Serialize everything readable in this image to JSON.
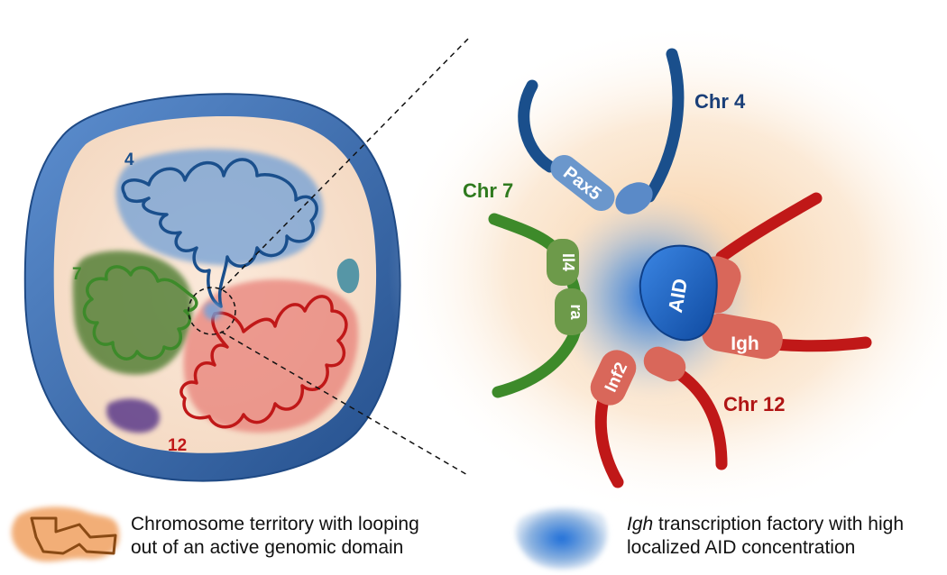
{
  "nucleus": {
    "territory_labels": {
      "chr4": "4",
      "chr7": "7",
      "chr12": "12"
    }
  },
  "factory": {
    "chromosomes": {
      "chr4": "Chr 4",
      "chr7": "Chr 7",
      "chr12": "Chr 12"
    },
    "genes": {
      "pax5": "Pax5",
      "il4": "Il4",
      "ra": "ra",
      "igh": "Igh",
      "inf2": "Inf2"
    },
    "aid": "AID"
  },
  "legend": {
    "territory_line1": "Chromosome territory with looping",
    "territory_line2": "out of an active genomic domain",
    "factory_line1_italic": "Igh",
    "factory_line1_rest": " transcription factory with high",
    "factory_line2": "localized AID concentration"
  },
  "colors": {
    "chr4": "#1a4f8c",
    "chr7": "#3d8a2a",
    "chr12": "#c01818",
    "nucleus_envelope": "#3b6fb0",
    "aid": "#1a5fb8"
  }
}
